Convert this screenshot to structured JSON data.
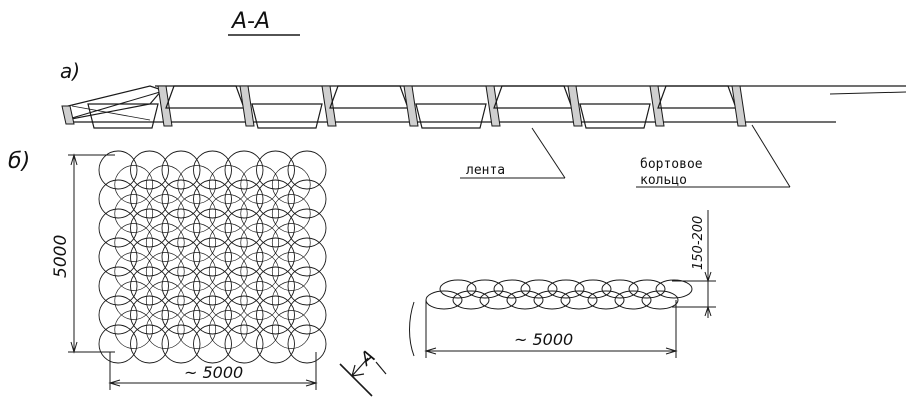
{
  "section_label": "А-А",
  "part_a_label": "а)",
  "part_b_label": "б)",
  "callouts": {
    "tape": "лента",
    "bead_ring_line1": "бортовое",
    "bead_ring_line2": "кольцо"
  },
  "dimensions": {
    "mat_height": "5000",
    "mat_width": "~ 5000",
    "row_length": "~ 5000",
    "row_thickness": "150-200"
  },
  "section_marker": "А"
}
